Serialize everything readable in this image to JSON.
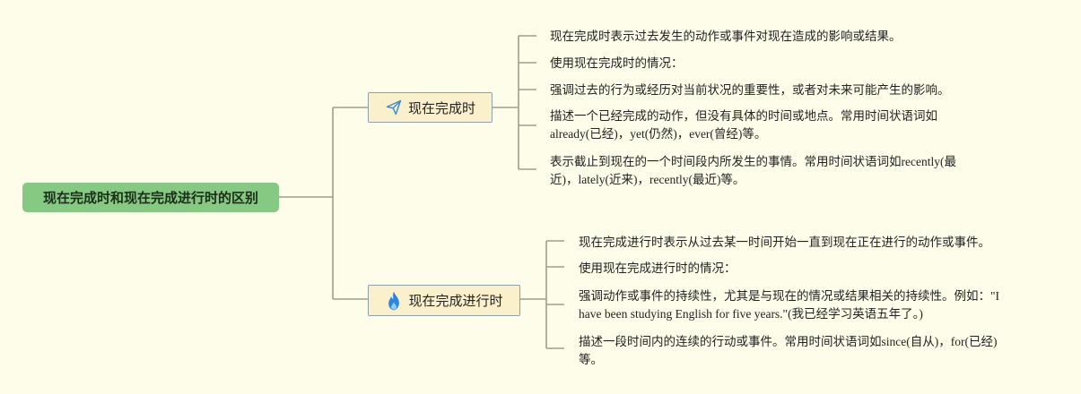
{
  "root": {
    "label": "现在完成时和现在完成进行时的区别"
  },
  "branches": [
    {
      "label": "现在完成时",
      "icon": "paper-plane-icon",
      "items": [
        {
          "lines": [
            "现在完成时表示过去发生的动作或事件对现在造成的影响或结果。"
          ]
        },
        {
          "lines": [
            "使用现在完成时的情况："
          ]
        },
        {
          "lines": [
            "强调过去的行为或经历对当前状况的重要性，或者对未来可能产生的影响。"
          ]
        },
        {
          "lines": [
            "描述一个已经完成的动作，但没有具体的时间或地点。常用时间状语词如",
            "already(已经)，yet(仍然)，ever(曾经)等。"
          ]
        },
        {
          "lines": [
            "表示截止到现在的一个时间段内所发生的事情。常用时间状语词如recently(最",
            "近)，lately(近来)，recently(最近)等。"
          ]
        }
      ]
    },
    {
      "label": "现在完成进行时",
      "icon": "fire-icon",
      "items": [
        {
          "lines": [
            "现在完成进行时表示从过去某一时间开始一直到现在正在进行的动作或事件。"
          ]
        },
        {
          "lines": [
            "使用现在完成进行时的情况："
          ]
        },
        {
          "lines": [
            "强调动作或事件的持续性，尤其是与现在的情况或结果相关的持续性。例如：\"I",
            "have been studying English for five years.\"(我已经学习英语五年了。)"
          ]
        },
        {
          "lines": [
            "描述一段时间内的连续的行动或事件。常用时间状语词如since(自从)，for(已经)",
            "等。"
          ]
        }
      ]
    }
  ],
  "colors": {
    "background": "#fefde9",
    "root_fill": "#86c983",
    "branch_fill": "#fbf0cc",
    "connector": "#9e9e8e",
    "plane_icon": "#3b8fd6",
    "fire_icon": "#2a86e0"
  }
}
